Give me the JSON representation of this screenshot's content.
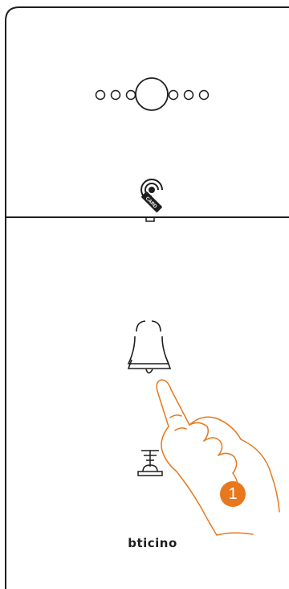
{
  "device": {
    "name": "entrance-panel",
    "brand": "bticino",
    "card_reader_label": "CARD",
    "step_number": "1"
  },
  "colors": {
    "outline": "#1e1e1e",
    "hand_outline": "#e8781e",
    "callout_fill": "#e8781e",
    "background": "#ffffff"
  },
  "icons": {
    "leds": "led-dot-icon",
    "camera": "camera-lens-icon",
    "card": "card-reader-icon",
    "bell": "bell-icon",
    "accessibility": "hearing-loop-icon",
    "hand": "hand-pointer-icon"
  }
}
